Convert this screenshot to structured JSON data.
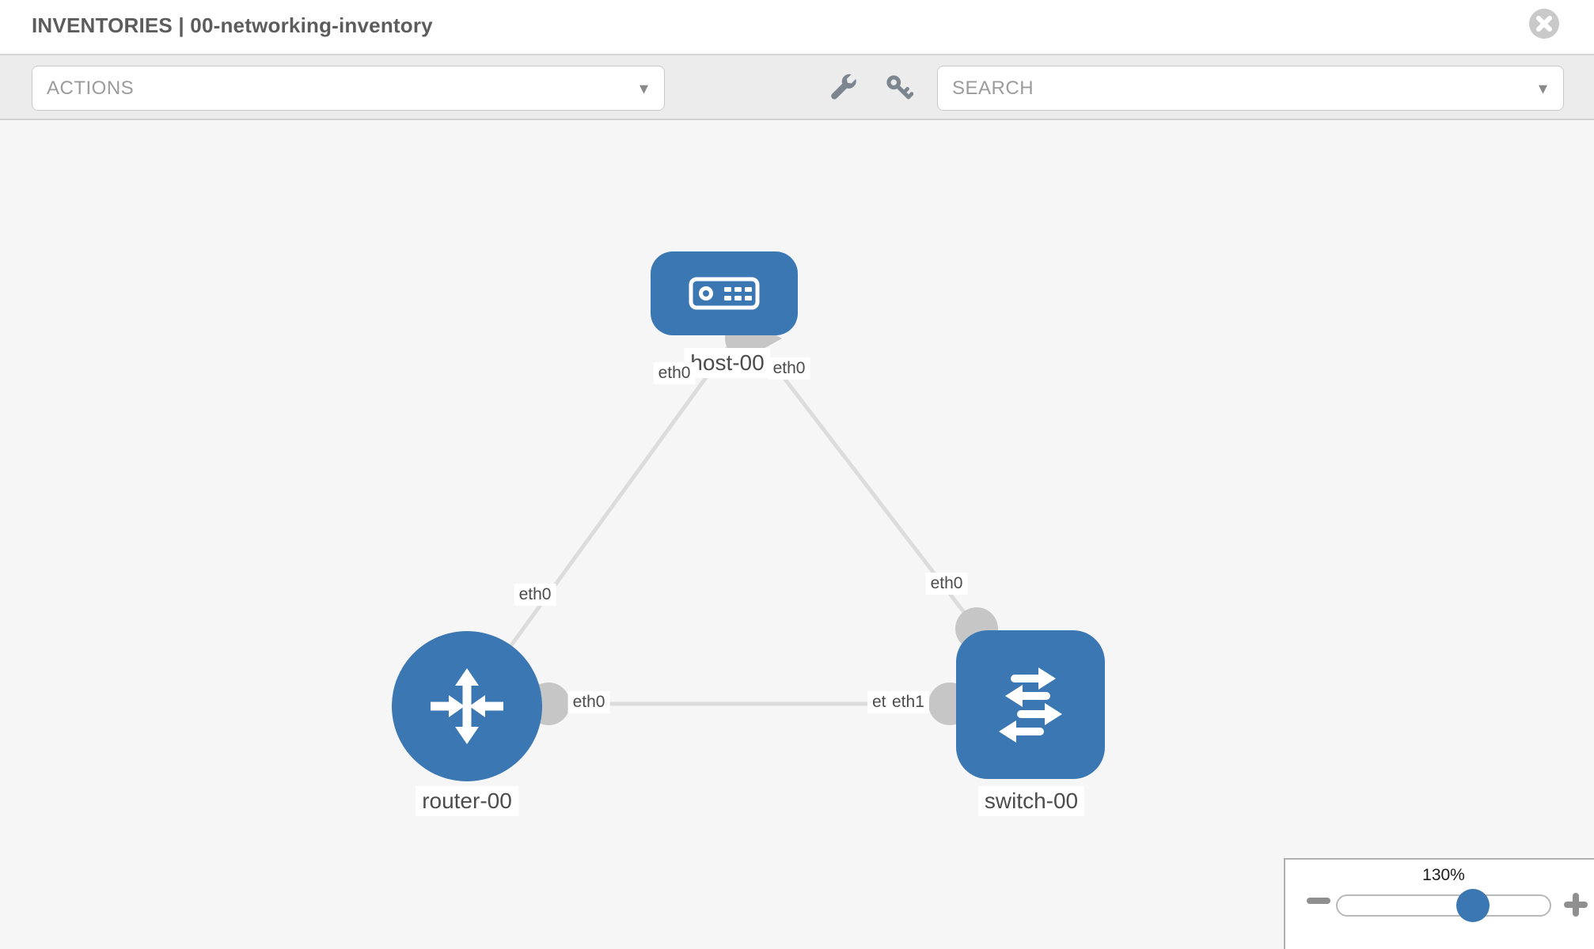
{
  "header": {
    "title": "INVENTORIES | 00-networking-inventory",
    "close_icon": "close-x"
  },
  "toolbar": {
    "actions_label": "ACTIONS",
    "search_placeholder": "SEARCH",
    "caret": "▾",
    "icons": [
      "wrench-icon",
      "key-icon"
    ]
  },
  "topology": {
    "nodes": [
      {
        "id": "host-00",
        "label": "host-00",
        "type": "host"
      },
      {
        "id": "router-00",
        "label": "router-00",
        "type": "router"
      },
      {
        "id": "switch-00",
        "label": "switch-00",
        "type": "switch"
      }
    ],
    "links": [
      {
        "from": "host-00",
        "to": "router-00",
        "from_if": "eth0",
        "to_if": "eth0"
      },
      {
        "from": "host-00",
        "to": "switch-00",
        "from_if": "eth0",
        "to_if": "eth0"
      },
      {
        "from": "router-00",
        "to": "switch-00",
        "from_if": "eth0",
        "to_if": "eth1"
      }
    ],
    "if_labels": [
      "eth0",
      "eth0",
      "eth0",
      "eth0",
      "eth0",
      "eth0",
      "eth1"
    ]
  },
  "zoom_control": {
    "level": "130%"
  },
  "colors": {
    "node_blue": "#3b77b2",
    "stub_gray": "#c6c6c6",
    "link_gray": "#dcdcdc",
    "toolbar_bg": "#ececec",
    "icon_gray": "#7d868f"
  }
}
